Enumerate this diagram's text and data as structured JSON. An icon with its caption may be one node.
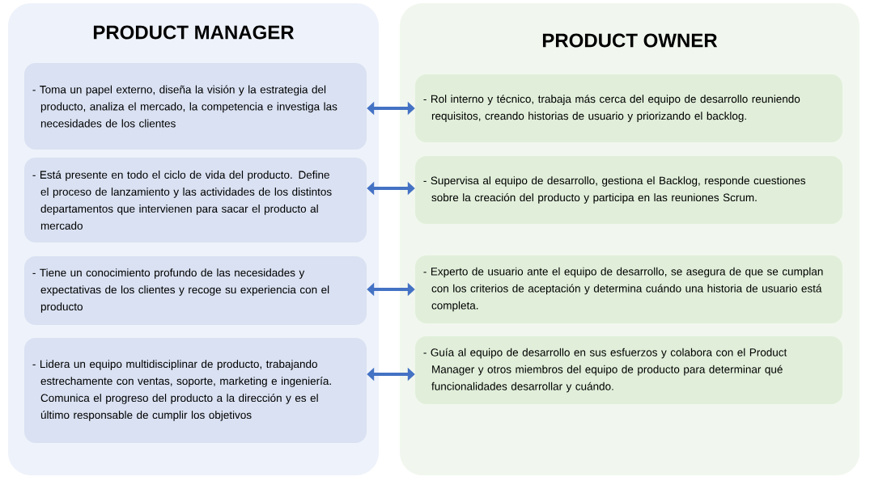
{
  "diagram": {
    "nodes": [
      {
        "text": [
          "PRODUCT MANAGER"
        ]
      },
      {
        "text": [
          "- Toma un papel externo, diseña la visión y la estrategia del producto, analiza el mercado, la competencia e investiga las necesidades de los clientes"
        ],
        "in": 0
      },
      {
        "text": [
          "- Está presente en todo el ciclo de vida del producto. Define el proceso de lanzamiento y las actividades de los distintos departamentos que intervienen para sacar el producto al mercado"
        ],
        "in": 0
      },
      {
        "text": [
          "- Tiene un conocimiento profundo de las necesidades y expectativas de los clientes y recoge su experiencia con el producto"
        ],
        "in": 0
      },
      {
        "text": [
          "- Lidera un equipo multidisciplinar de producto, trabajando estrechamente con ventas, soporte, marketing e ingeniería. Comunica el progreso del producto a la dirección y es el último responsable de cumplir los objetivos"
        ],
        "in": 0
      },
      {
        "text": [
          "PRODUCT OWNER"
        ]
      },
      {
        "text": [
          "- Rol interno y técnico, trabaja más cerca del equipo de desarrollo reuniendo requisitos, creando historias de usuario y priorizando el backlog."
        ],
        "in": 5
      },
      {
        "text": [
          "- Supervisa al equipo de desarrollo, gestiona el Backlog, responde cuestiones sobre la creación del producto y participa en las reuniones Scrum."
        ],
        "in": 5
      },
      {
        "text": [
          "- Experto de usuario ante el equipo de desarrollo, se asegura de que se cumplan con los criterios de aceptación y determina cuándo una historia de usuario está completa."
        ],
        "in": 5
      },
      {
        "text": [
          "- Guía al equipo de desarrollo en sus esfuerzos y colabora con el Product Manager y otros miembros del equipo de producto para determinar qué funcionalidades desarrollar y cuándo."
        ],
        "in": 5
      }
    ],
    "edges": [
      {
        "from": 1,
        "to": 6,
        "arrow": "both"
      },
      {
        "from": 2,
        "to": 7,
        "arrow": "both"
      },
      {
        "from": 3,
        "to": 8,
        "arrow": "both"
      },
      {
        "from": 4,
        "to": 9,
        "arrow": "both"
      }
    ]
  }
}
